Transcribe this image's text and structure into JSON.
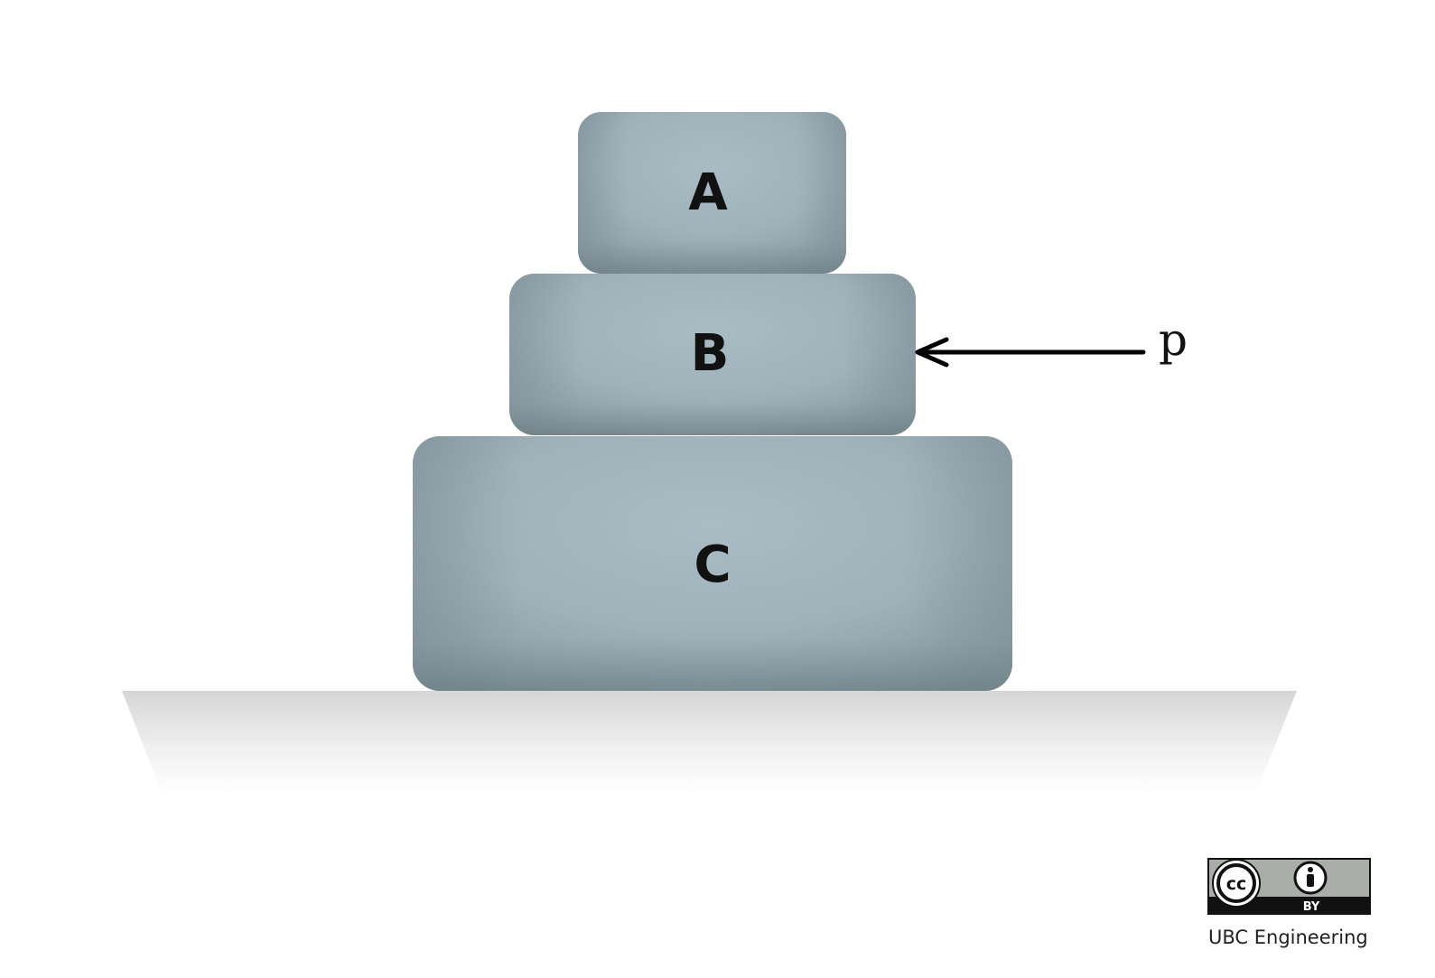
{
  "blocks": [
    {
      "label": "A"
    },
    {
      "label": "B"
    },
    {
      "label": "C"
    }
  ],
  "force": {
    "label": "p",
    "direction": "left",
    "acts_on": "B"
  },
  "license": {
    "badge_text": "BY",
    "attribution": "UBC Engineering"
  },
  "colors": {
    "block_light": "#a9bcc4",
    "block_dark": "#86979e",
    "ground": "#d6d6d6",
    "arrow": "#000000"
  }
}
